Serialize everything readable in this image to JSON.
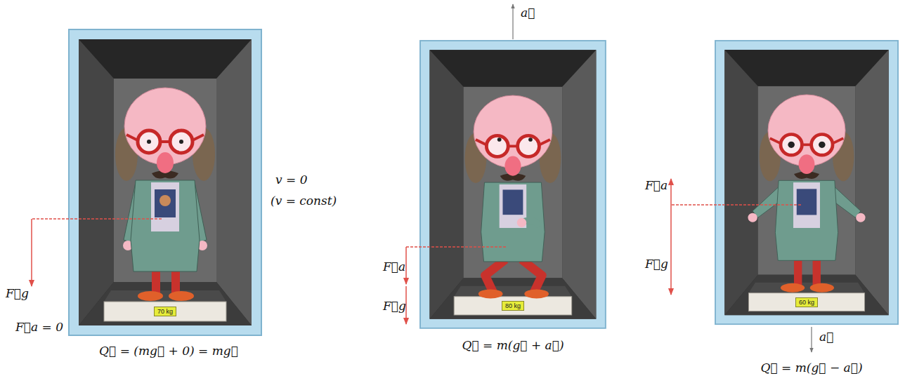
{
  "diagram": {
    "nodes": [
      {
        "text": [
          "70 kg"
        ]
      },
      {
        "text": [
          "80 kg"
        ]
      },
      {
        "text": [
          "60 kg"
        ]
      }
    ],
    "labels": [
      "F⃗g",
      "F⃗a = 0",
      "Q⃗ = (mg⃗ + 0) = mg⃗",
      "v = 0",
      "(v = const)",
      "a⃗",
      "F⃗a",
      "F⃗g",
      "Q⃗ = m(g⃗ + a⃗)",
      "F⃗a",
      "F⃗g",
      "a⃗",
      "Q⃗ = m(g⃗ − a⃗)"
    ]
  }
}
